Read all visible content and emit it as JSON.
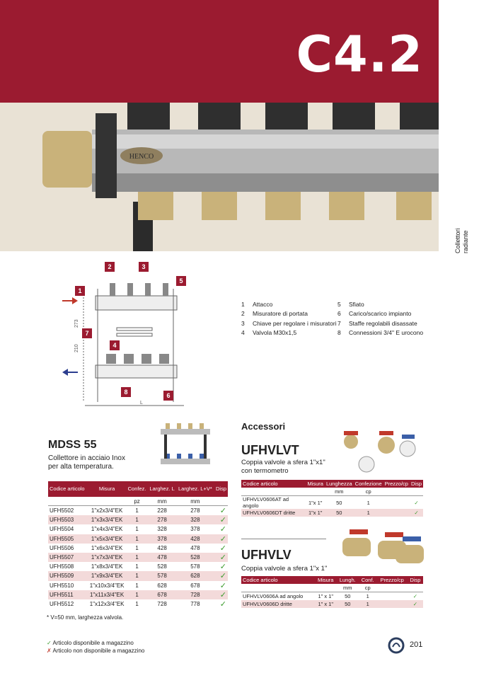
{
  "header": {
    "code": "C4.2",
    "brand_stamp": "HENCO"
  },
  "side_label": [
    "Collettori",
    "radiante"
  ],
  "diagram": {
    "badges": [
      "1",
      "2",
      "3",
      "4",
      "5",
      "6",
      "7",
      "8"
    ],
    "dim_210": "210",
    "dim_273": "273",
    "dim_L": "L"
  },
  "legend": {
    "left": [
      {
        "n": "1",
        "t": "Attacco"
      },
      {
        "n": "2",
        "t": "Misuratore di portata"
      },
      {
        "n": "3",
        "t": "Chiave per regolare i misuratori"
      },
      {
        "n": "4",
        "t": "Valvola M30x1,5"
      }
    ],
    "right": [
      {
        "n": "5",
        "t": "Sfiato"
      },
      {
        "n": "6",
        "t": "Carico/scarico impianto"
      },
      {
        "n": "7",
        "t": "Staffe regolabili disassate"
      },
      {
        "n": "8",
        "t": "Connessioni 3/4\" E urocono"
      }
    ]
  },
  "mdss": {
    "title": "MDSS 55",
    "subtitle": [
      "Collettore in acciaio Inox",
      "per alta temperatura."
    ],
    "headers": [
      "Codice articolo",
      "Misura",
      "Confez.",
      "Larghez. L",
      "Larghez. L+V*",
      "Disp"
    ],
    "units": [
      "",
      "",
      "pz",
      "mm",
      "mm",
      ""
    ],
    "rows": [
      [
        "UFH5502",
        "1\"x2x3/4\"EK",
        "1",
        "228",
        "278"
      ],
      [
        "UFH5503",
        "1\"x3x3/4\"EK",
        "1",
        "278",
        "328"
      ],
      [
        "UFH5504",
        "1\"x4x3/4\"EK",
        "1",
        "328",
        "378"
      ],
      [
        "UFH5505",
        "1\"x5x3/4\"EK",
        "1",
        "378",
        "428"
      ],
      [
        "UFH5506",
        "1\"x6x3/4\"EK",
        "1",
        "428",
        "478"
      ],
      [
        "UFH5507",
        "1\"x7x3/4\"EK",
        "1",
        "478",
        "528"
      ],
      [
        "UFH5508",
        "1\"x8x3/4\"EK",
        "1",
        "528",
        "578"
      ],
      [
        "UFH5509",
        "1\"x9x3/4\"EK",
        "1",
        "578",
        "628"
      ],
      [
        "UFH5510",
        "1\"x10x3/4\"EK",
        "1",
        "628",
        "678"
      ],
      [
        "UFH5511",
        "1\"x11x3/4\"EK",
        "1",
        "678",
        "728"
      ],
      [
        "UFH5512",
        "1\"x12x3/4\"EK",
        "1",
        "728",
        "778"
      ]
    ],
    "check": "✓"
  },
  "accessori": "Accessori",
  "ufhvlvt": {
    "title": "UFHVLVT",
    "subtitle": [
      "Coppia valvole a sfera 1\"x1\"",
      "con termometro"
    ],
    "headers": [
      "Codice articolo",
      "Misura",
      "Lunghezza",
      "Confezione",
      "Prezzo/cp",
      "Disp"
    ],
    "units": [
      "",
      "",
      "mm",
      "cp",
      "",
      ""
    ],
    "rows": [
      [
        "UFHVLV0606AT ad angolo",
        "1\"x 1\"",
        "50",
        "1"
      ],
      [
        "UFHVLV0606DT dritte",
        "1\"x 1\"",
        "50",
        "1"
      ]
    ]
  },
  "ufhvlv": {
    "title": "UFHVLV",
    "subtitle": "Coppia valvole a sfera 1\"x 1\"",
    "headers": [
      "Codice articolo",
      "Misura",
      "Lungh.",
      "Conf.",
      "Prezzo/cp",
      "Disp"
    ],
    "units": [
      "",
      "",
      "mm",
      "cp",
      "",
      ""
    ],
    "rows": [
      [
        "UFHVLV0606A ad angolo",
        "1\" x 1\"",
        "50",
        "1"
      ],
      [
        "UFHVLV0606D dritte",
        "1\" x 1\"",
        "50",
        "1"
      ]
    ]
  },
  "note": "*   V=50 mm, larghezza valvola.",
  "footer": {
    "available": "Articolo disponibile a magazzino",
    "unavailable": "Articolo non disponibile a magazzino",
    "check": "✓",
    "cross": "✗"
  },
  "page_number": "201",
  "colors": {
    "brand": "#9b1b30",
    "check": "#3a9b2c",
    "cross": "#c0392b"
  }
}
